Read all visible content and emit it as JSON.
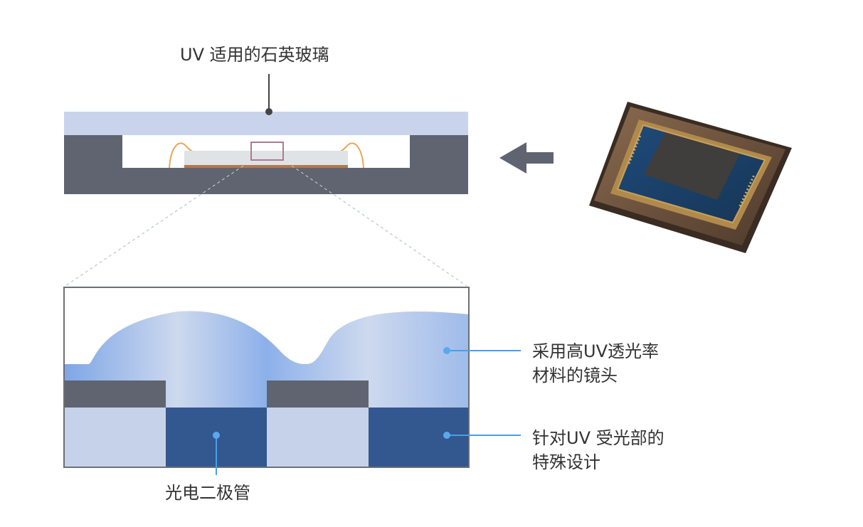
{
  "labels": {
    "quartz_glass": "UV 适用的石英玻璃",
    "lens": [
      "采用高UV透光率",
      "材料的镜头"
    ],
    "special_design": [
      "针对UV 受光部的",
      "特殊设计"
    ],
    "photodiode": "光电二极管"
  },
  "icons": {
    "arrow": "arrow-left-icon",
    "sensor": "image-sensor-chip-icon"
  },
  "colors": {
    "glass": "#c9d4ec",
    "package": "#5f6470",
    "wire": "#e8a55a",
    "diode_dark": "#33578f",
    "diode_light": "#c6d2ea",
    "lens": "#a6bfe9",
    "pointer": "#4a9fe8",
    "text": "#333333"
  }
}
